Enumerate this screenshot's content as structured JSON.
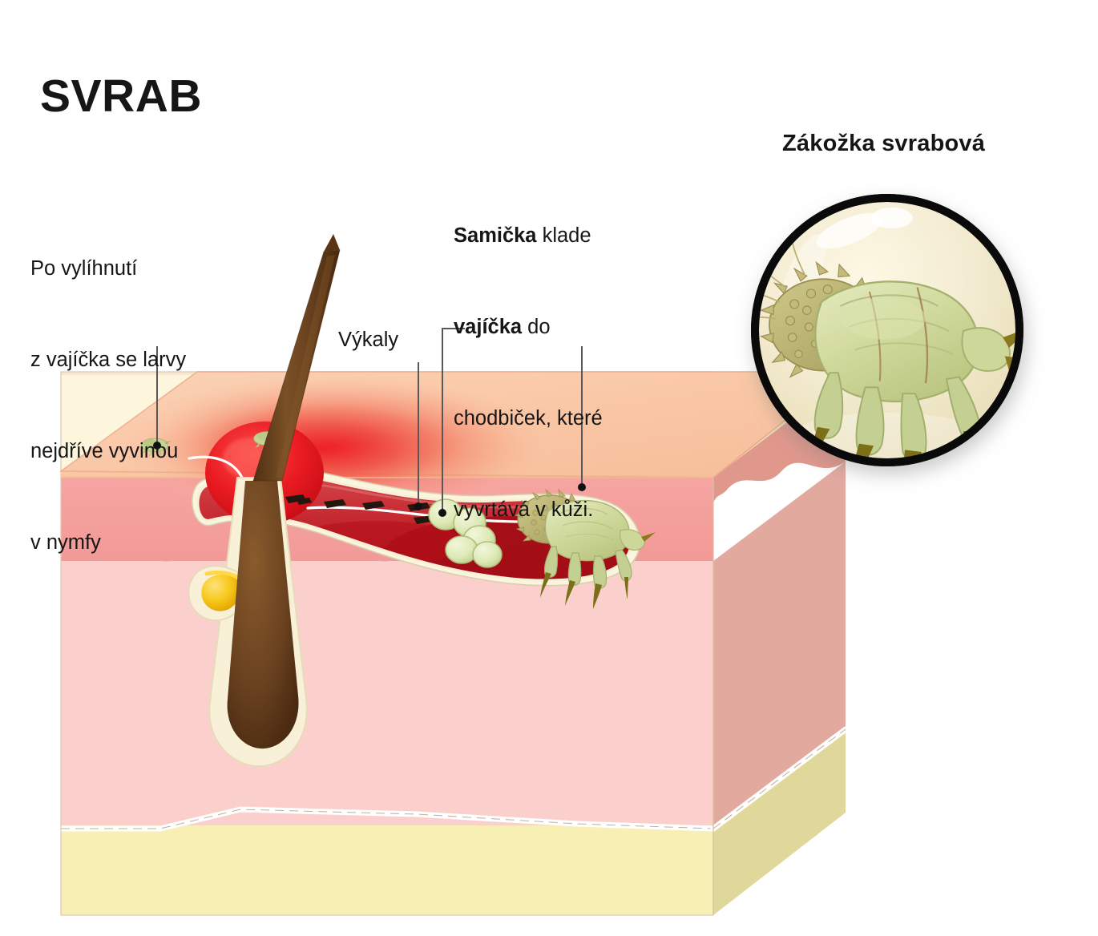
{
  "title": "SVRAB",
  "annotations": {
    "left_note": {
      "lines": [
        "Po vylíhnutí",
        "z vajíčka se larvy",
        "nejdříve vyvinou",
        "v nymfy"
      ],
      "text": "Po vylíhnutí z vajíčka se larvy nejdříve vyvinou v nymfy"
    },
    "mid_note": {
      "segments": [
        {
          "text": "Samička",
          "bold": true
        },
        {
          "text": " klade",
          "bold": false
        },
        {
          "text": "\n",
          "bold": false
        },
        {
          "text": "vajíčka",
          "bold": true
        },
        {
          "text": " do",
          "bold": false
        },
        {
          "text": "\nchodbiček, které\nvyvrtává v kůži.",
          "bold": false
        }
      ],
      "line1_bold": "Samička",
      "line1_rest": " klade",
      "line2_bold": "vajíčka",
      "line2_rest": " do",
      "line3": "chodbiček, které",
      "line4": "vyvrtává v kůži."
    },
    "feces_label": "Výkaly",
    "inset_heading": "Zákožka svrabová"
  },
  "colors": {
    "background": "#ffffff",
    "skin_top_surface": "#f9c6a4",
    "skin_top_surface_light": "#fbd3b8",
    "epidermis_front": "#fdf6dc",
    "epidermis_side": "#e8e0bc",
    "dermis_upper_front": "#f5a3a0",
    "dermis_upper_side": "#e39b90",
    "dermis_lower_front": "#fbd0cc",
    "dermis_lower_side": "#e6b3a8",
    "fat_front": "#f7efb4",
    "fat_side": "#e0d79a",
    "inflammation_red": "#e8171b",
    "burrow_red": "#cf2b32",
    "burrow_dark_red": "#b4111a",
    "hair_brown": "#6b4420",
    "follicle_cream": "#f6efd4",
    "sebaceous_yellow": "#f5c518",
    "mite_body": "#cfd69a",
    "mite_shell": "#c4bd78",
    "mite_leg": "#bfcc8a",
    "mite_claw": "#8a7a1e",
    "feces_dark": "#2b1d14",
    "egg_pale": "#ddeab5",
    "inset_fill": "#f3ead0",
    "inset_border": "#0a0a0a",
    "leader_line": "#58585a",
    "text": "#161616"
  },
  "figure": {
    "type": "medical-illustration",
    "subject": "scabies (Sarcoptes scabiei) skin cross-section",
    "skin_layers": [
      "skin surface",
      "epidermis",
      "upper dermis",
      "lower dermis",
      "subcutaneous fat"
    ],
    "elements": [
      "hair shaft",
      "hair follicle",
      "sebaceous gland",
      "mite burrow tunnel",
      "mite eggs",
      "mite feces",
      "adult female mite",
      "larva on skin surface",
      "inflammation redness"
    ],
    "egg_count": 5,
    "feces_count": 6,
    "inset": {
      "kind": "magnified-circle",
      "content": "adult scabies mite"
    }
  }
}
